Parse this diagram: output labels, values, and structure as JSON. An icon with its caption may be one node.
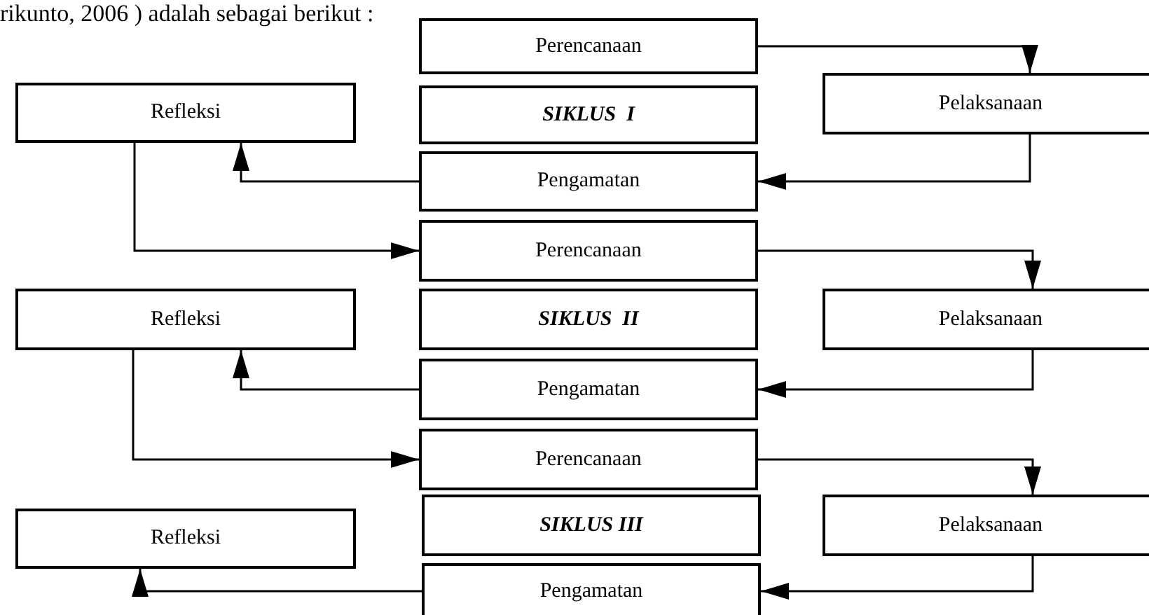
{
  "diagram": {
    "nodes": [
      {
        "text": [
          "Perencanaan"
        ]
      },
      {
        "text": [
          "Refleksi"
        ]
      },
      {
        "text": [
          "SIKLUS  I"
        ]
      },
      {
        "text": [
          "Pelaksanaan"
        ]
      },
      {
        "text": [
          "Pengamatan"
        ]
      },
      {
        "text": [
          "Perencanaan"
        ]
      },
      {
        "text": [
          "Refleksi"
        ]
      },
      {
        "text": [
          "SIKLUS  II"
        ]
      },
      {
        "text": [
          "Pelaksanaan"
        ]
      },
      {
        "text": [
          "Pengamatan"
        ]
      },
      {
        "text": [
          "Perencanaan"
        ]
      },
      {
        "text": [
          "Refleksi"
        ]
      },
      {
        "text": [
          "SIKLUS III"
        ]
      },
      {
        "text": [
          "Pelaksanaan"
        ]
      },
      {
        "text": [
          "Pengamatan"
        ]
      }
    ],
    "edges": [
      {
        "from": 0,
        "to": 3,
        "arrow": "to"
      },
      {
        "from": 3,
        "to": 4,
        "arrow": "to"
      },
      {
        "from": 4,
        "to": 1,
        "arrow": "to"
      },
      {
        "from": 1,
        "to": 5,
        "arrow": "to"
      },
      {
        "from": 5,
        "to": 8,
        "arrow": "to"
      },
      {
        "from": 8,
        "to": 9,
        "arrow": "to"
      },
      {
        "from": 9,
        "to": 6,
        "arrow": "to"
      },
      {
        "from": 6,
        "to": 10,
        "arrow": "to"
      },
      {
        "from": 10,
        "to": 13,
        "arrow": "to"
      },
      {
        "from": 13,
        "to": 14,
        "arrow": "to"
      },
      {
        "from": 14,
        "to": 11,
        "arrow": "to"
      }
    ],
    "labels": [
      "rikunto, 2006 ) adalah sebagai berikut :"
    ]
  }
}
